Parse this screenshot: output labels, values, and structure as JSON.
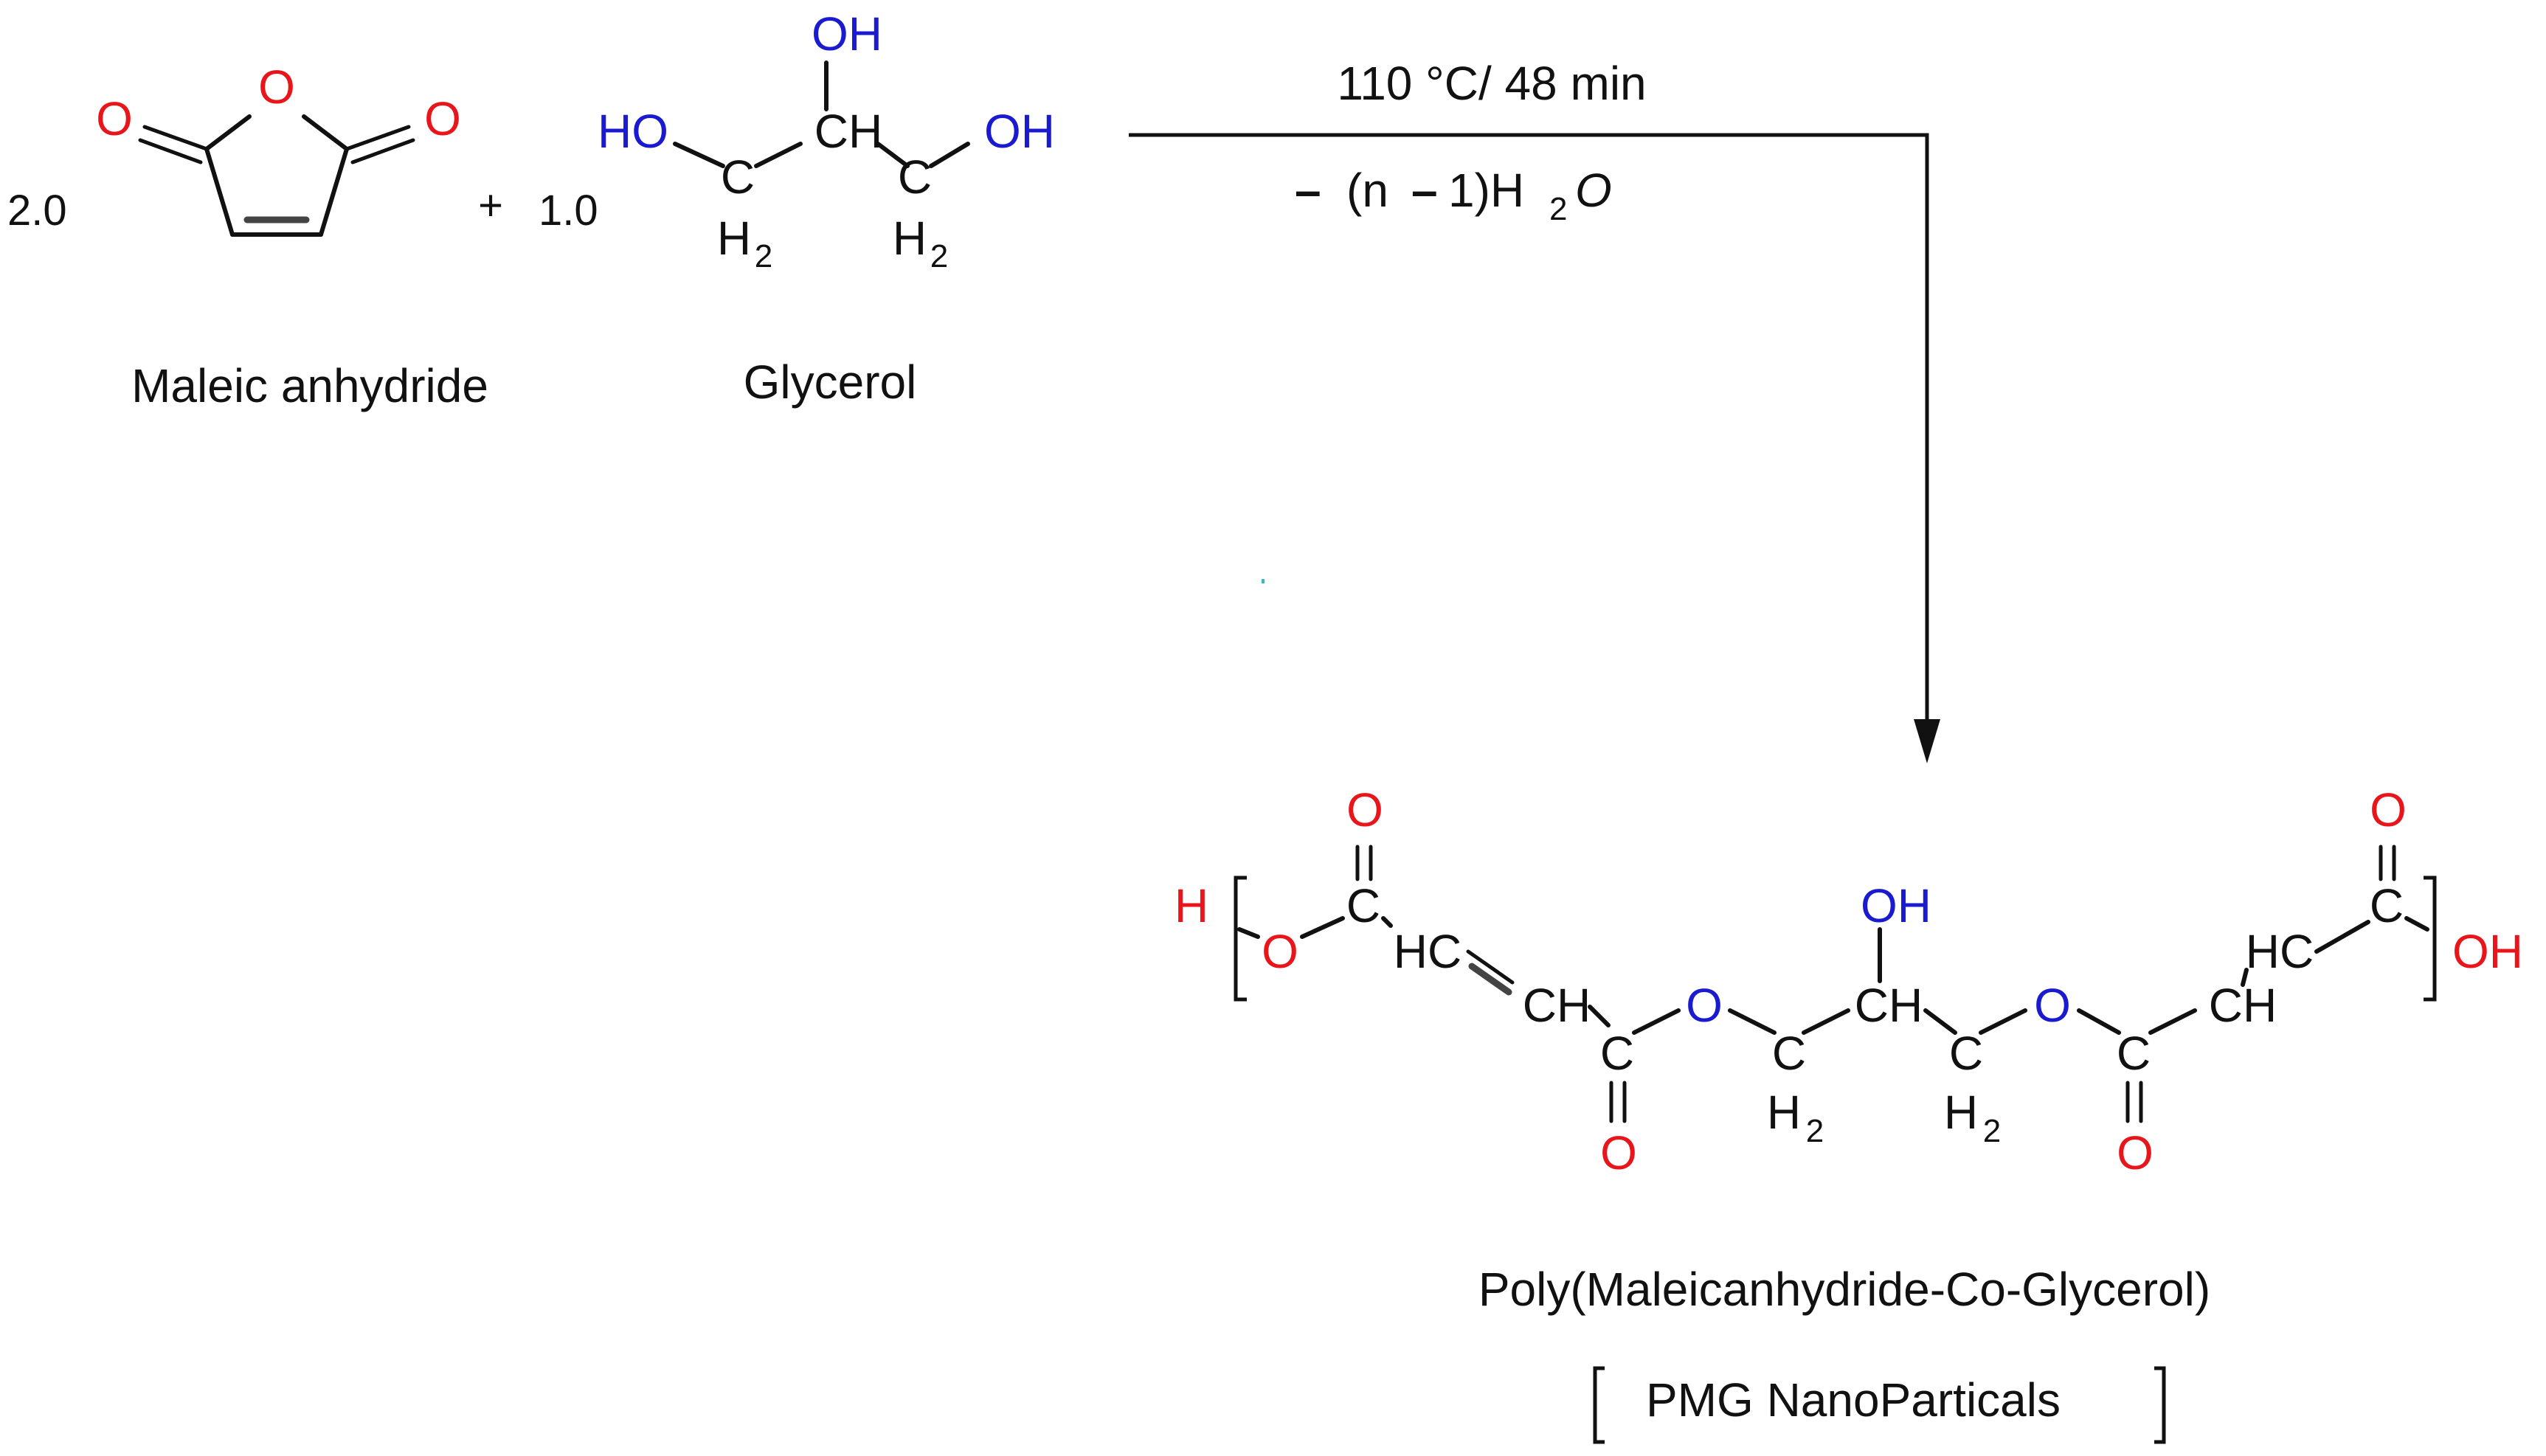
{
  "reactants": {
    "maleic_anhydride": {
      "coefficient": "2.0",
      "name": "Maleic anhydride",
      "atoms": {
        "ring_o": "O",
        "left_o": "O",
        "right_o": "O"
      }
    },
    "plus_sign": "+",
    "glycerol": {
      "coefficient": "1.0",
      "name": "Glycerol",
      "atoms": {
        "ho_left": "HO",
        "c1": "C",
        "c1_h": "H",
        "c1_sub": "2",
        "ch_mid": "CH",
        "oh_top": "OH",
        "c3": "C",
        "c3_h": "H",
        "c3_sub": "2",
        "oh_right": "OH"
      }
    }
  },
  "conditions": {
    "temperature_time": "110 °C/ 48 min",
    "byproduct_dash": "–",
    "byproduct_open": "(n",
    "byproduct_minus": "–",
    "byproduct_close": "1)H",
    "byproduct_sub": "2",
    "byproduct_o": "O"
  },
  "product": {
    "name": "Poly(Maleicanhydride-Co-Glycerol)",
    "subtitle": "PMG NanoParticals",
    "atoms": {
      "h_end": "H",
      "o_ester1": "O",
      "c_carb1": "C",
      "o_carb1": "O",
      "hc1": "HC",
      "ch1": "CH",
      "c_carb2": "C",
      "o_carb2": "O",
      "o_ester2": "O",
      "c_ch2a": "C",
      "h2a": "H",
      "h2a_sub": "2",
      "ch_mid": "CH",
      "oh_mid": "OH",
      "c_ch2b": "C",
      "h2b": "H",
      "h2b_sub": "2",
      "o_ester3": "O",
      "c_carb3": "C",
      "o_carb3": "O",
      "ch2": "CH",
      "hc2": "HC",
      "c_carb4": "C",
      "o_carb4": "O",
      "oh_end": "OH"
    }
  },
  "colors": {
    "oxygen": "#e8151b",
    "hydroxyl": "#1a1ad0",
    "carbon": "#111111"
  }
}
